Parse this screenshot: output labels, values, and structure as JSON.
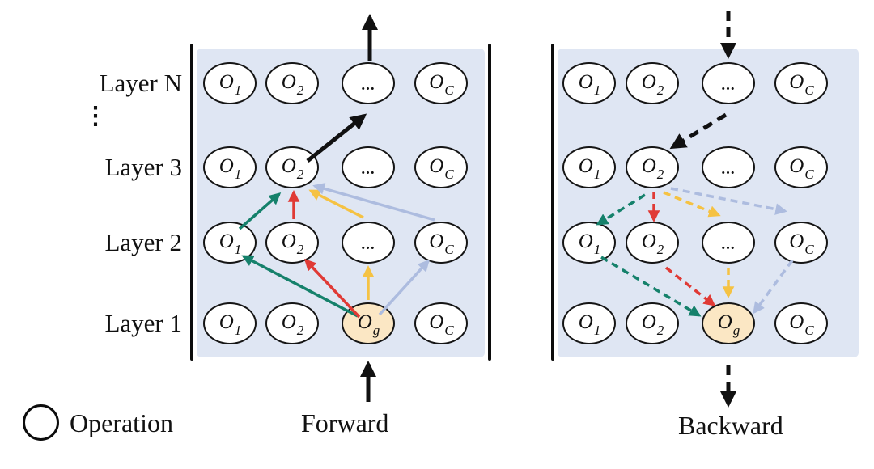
{
  "figure": {
    "layers": {
      "n": "Layer N",
      "ellipsis": "⋮",
      "l3": "Layer 3",
      "l2": "Layer 2",
      "l1": "Layer 1"
    },
    "node": {
      "O": "O",
      "s1": "1",
      "s2": "2",
      "dots": "...",
      "sC": "C",
      "sg": "g"
    },
    "panels": {
      "forward": {
        "label": "Forward"
      },
      "backward": {
        "label": "Backward"
      }
    },
    "legend": {
      "operation": "Operation"
    },
    "colors": {
      "teal": "#15816B",
      "red": "#E03A35",
      "yellow": "#F5C243",
      "lightblue": "#ADBCDF",
      "black": "#111111",
      "panel_bg": "#DFE6F3",
      "og_fill": "#FBE7C4"
    }
  }
}
